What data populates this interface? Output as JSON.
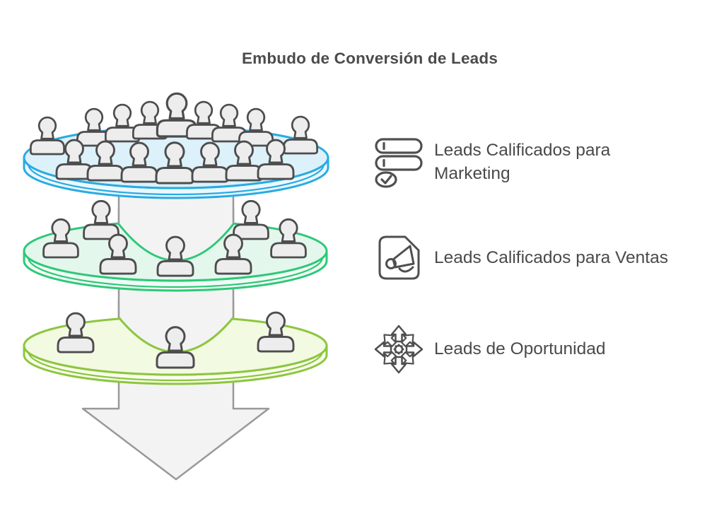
{
  "title": "Embudo de Conversión de Leads",
  "title_color": "#4b4b4b",
  "legend": {
    "text_color": "#4a4a4a",
    "icon_color": "#4f4f4f",
    "items": [
      {
        "icon": "server-check-icon",
        "label": "Leads Calificados para Marketing"
      },
      {
        "icon": "megaphone-document-icon",
        "label": "Leads Calificados para Ventas"
      },
      {
        "icon": "star-mandala-icon",
        "label": "Leads de Oportunidad"
      }
    ]
  },
  "funnel": {
    "tiers": [
      {
        "label": "Leads Calificados para Marketing",
        "people_count": 16,
        "stroke": "#29abe2",
        "surface": "#dcf1fa",
        "side": "#ebf8fe"
      },
      {
        "label": "Leads Calificados para Ventas",
        "people_count": 7,
        "stroke": "#2ec878",
        "surface": "#e4f7ed",
        "side": "#f0fbf5"
      },
      {
        "label": "Leads de Oportunidad",
        "people_count": 3,
        "stroke": "#8cc63f",
        "surface": "#f2fae2",
        "side": "#f8fcec"
      }
    ],
    "arrow": {
      "fill": "#f3f3f3",
      "stroke": "#999999"
    },
    "person": {
      "fill": "#ededed",
      "stroke": "#4d4d4d"
    }
  }
}
